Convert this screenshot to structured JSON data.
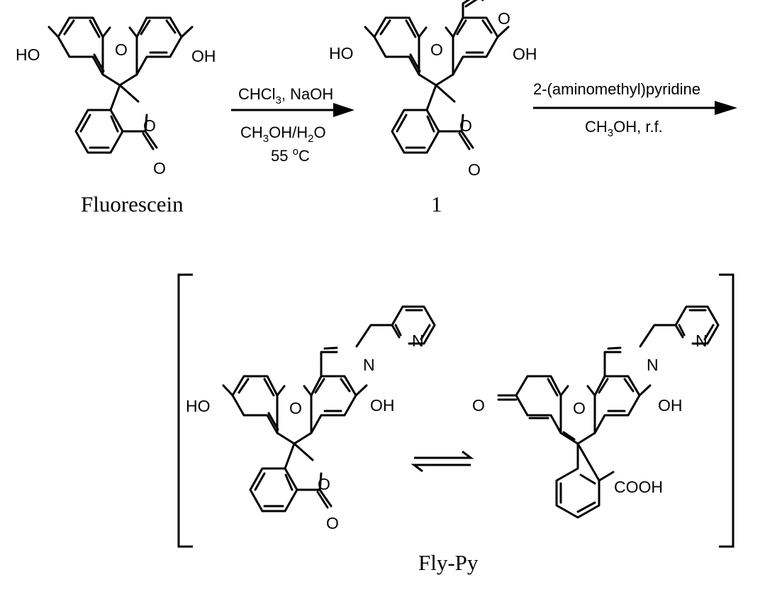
{
  "atoms": {
    "O": "O",
    "HO": "HO",
    "OH": "OH",
    "N": "N",
    "COOH": "COOH"
  },
  "reagents": {
    "step1_top": "CHCl",
    "step1_top_sub": "3",
    "step1_top_rest": ", NaOH",
    "step1_mid_a": "CH",
    "step1_mid_sub1": "3",
    "step1_mid_b": "OH/H",
    "step1_mid_sub2": "2",
    "step1_mid_c": "O",
    "step1_temp": "55 ",
    "step1_temp_sup": "o",
    "step1_temp_unit": "C",
    "step2_top": "2-(aminomethyl)pyridine",
    "step2_bot_a": "CH",
    "step2_bot_sub": "3",
    "step2_bot_b": "OH, r.f."
  },
  "captions": {
    "fluorescein": "Fluorescein",
    "compound1": "1",
    "product": "Fly-Py"
  }
}
